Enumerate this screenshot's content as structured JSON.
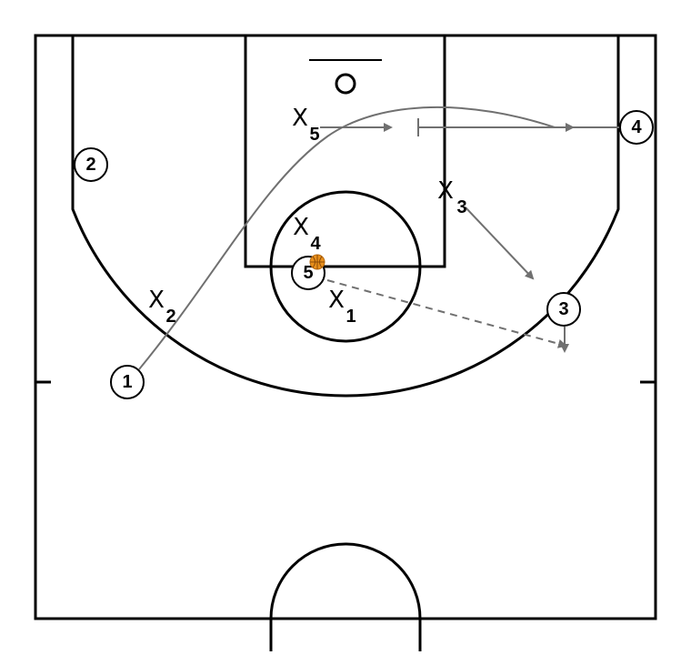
{
  "colors": {
    "court_lines": "#000000",
    "action_lines": "#707070",
    "ball": "#e8901c",
    "player_fill": "#ffffff"
  },
  "offense": [
    {
      "label": "1"
    },
    {
      "label": "2"
    },
    {
      "label": "3"
    },
    {
      "label": "4"
    },
    {
      "label": "5"
    }
  ],
  "defense": [
    {
      "mark": "X",
      "sub": "1"
    },
    {
      "mark": "X",
      "sub": "2"
    },
    {
      "mark": "X",
      "sub": "3"
    },
    {
      "mark": "X",
      "sub": "4"
    },
    {
      "mark": "X",
      "sub": "5"
    }
  ],
  "ball": {
    "holder": "5"
  },
  "actions": [
    {
      "type": "cut",
      "player": "1"
    },
    {
      "type": "move",
      "player": "X5"
    },
    {
      "type": "screen-and-move",
      "player": "4"
    },
    {
      "type": "move",
      "player": "X3"
    },
    {
      "type": "pass",
      "from": "5",
      "to": "3"
    },
    {
      "type": "move",
      "player": "3"
    }
  ]
}
